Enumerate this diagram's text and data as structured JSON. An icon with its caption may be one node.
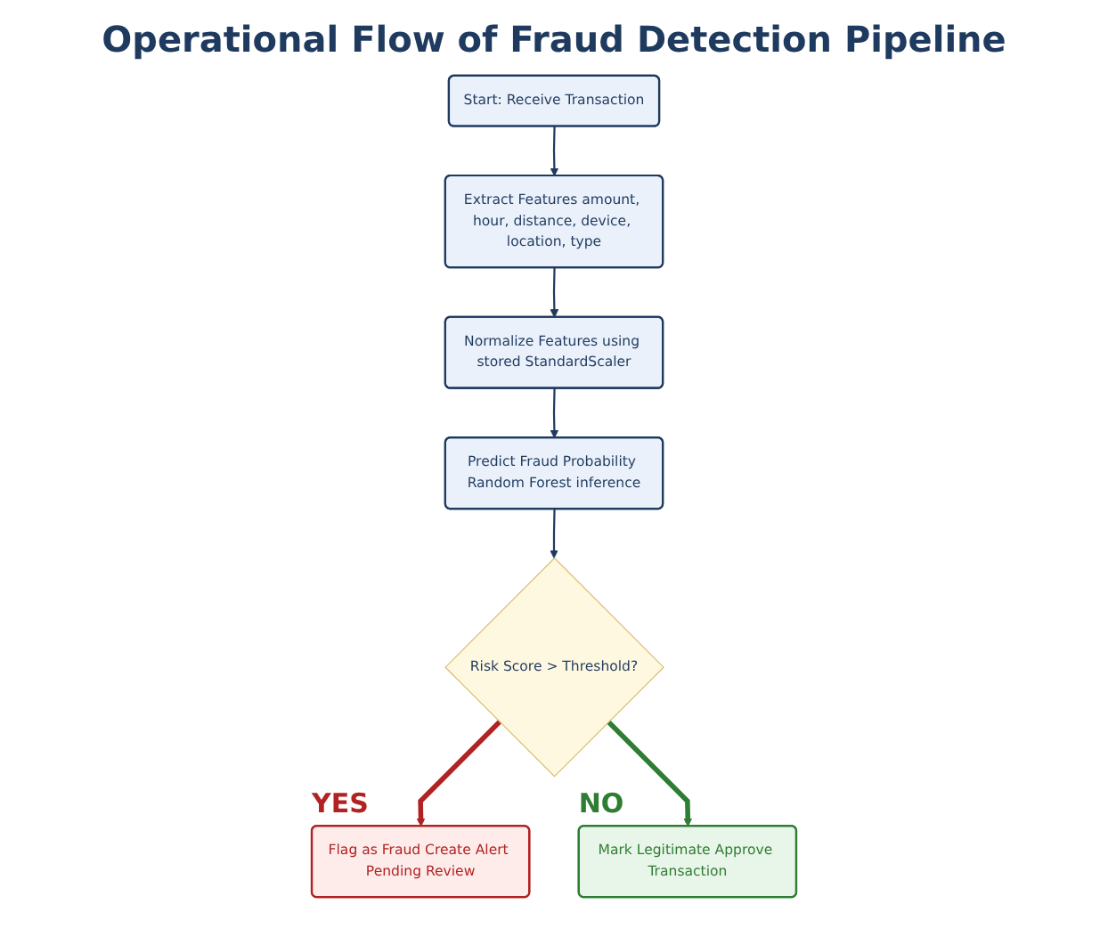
{
  "diagram": {
    "title": "Operational Flow of Fraud Detection Pipeline",
    "nodes": [
      {
        "text": [
          "Start: Receive Transaction"
        ]
      },
      {
        "text": [
          "Extract Features amount, hour, distance, device, location, type"
        ]
      },
      {
        "text": [
          "Normalize Features using stored StandardScaler"
        ]
      },
      {
        "text": [
          "Predict Fraud Probability Random Forest inference"
        ]
      },
      {
        "text": [
          "Risk Score > Threshold?"
        ]
      },
      {
        "text": [
          "Flag as Fraud Create Alert Pending Review"
        ],
        "beside": [
          "YES"
        ]
      },
      {
        "text": [
          "Mark Legitimate Approve Transaction"
        ],
        "beside": [
          "NO"
        ]
      }
    ],
    "edges": [
      {
        "from": 0,
        "to": 1,
        "arrow": "to"
      },
      {
        "from": 1,
        "to": 2,
        "arrow": "to"
      },
      {
        "from": 2,
        "to": 3,
        "arrow": "to"
      },
      {
        "from": 3,
        "to": 4,
        "arrow": "to"
      },
      {
        "from": 4,
        "to": 5,
        "arrow": "to",
        "style": "thick",
        "color": "#b22222"
      },
      {
        "from": 4,
        "to": 6,
        "arrow": "to",
        "style": "thick",
        "color": "#2e7d32"
      }
    ]
  }
}
